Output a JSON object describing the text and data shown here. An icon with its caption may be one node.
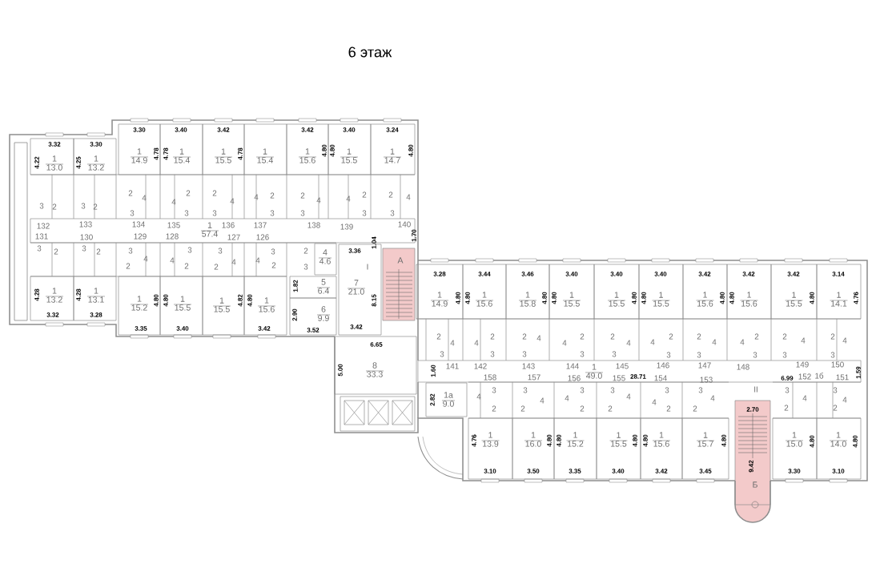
{
  "diagram": {
    "title": "6 этаж",
    "nodes": [
      {
        "text": [
          "1",
          "13.0"
        ]
      },
      {
        "text": [
          "1",
          "13.2"
        ]
      },
      {
        "text": [
          "1",
          "14.9"
        ]
      },
      {
        "text": [
          "1",
          "15.4"
        ]
      },
      {
        "text": [
          "1",
          "15.5"
        ]
      },
      {
        "text": [
          "1",
          "15.4"
        ]
      },
      {
        "text": [
          "1",
          "15.6"
        ]
      },
      {
        "text": [
          "1",
          "15.5"
        ]
      },
      {
        "text": [
          "1",
          "14.7"
        ]
      },
      {
        "text": [
          "1",
          "57.4"
        ]
      },
      {
        "text": [
          "4",
          "4.6"
        ]
      },
      {
        "text": [
          "5",
          "6.4"
        ]
      },
      {
        "text": [
          "6",
          "9.9"
        ]
      },
      {
        "text": [
          "7",
          "21.0"
        ]
      },
      {
        "text": [
          "А"
        ]
      },
      {
        "text": [
          "1",
          "13.2"
        ]
      },
      {
        "text": [
          "1",
          "13.1"
        ]
      },
      {
        "text": [
          "1",
          "15.2"
        ]
      },
      {
        "text": [
          "1",
          "15.5"
        ]
      },
      {
        "text": [
          "1",
          "15.5"
        ]
      },
      {
        "text": [
          "1",
          "15.6"
        ]
      },
      {
        "text": [
          "8",
          "33.3"
        ]
      },
      {
        "text": [
          "1",
          "14.9"
        ]
      },
      {
        "text": [
          "1",
          "15.6"
        ]
      },
      {
        "text": [
          "1",
          "15.8"
        ]
      },
      {
        "text": [
          "1",
          "15.5"
        ]
      },
      {
        "text": [
          "1",
          "15.5"
        ]
      },
      {
        "text": [
          "1",
          "15.5"
        ]
      },
      {
        "text": [
          "1",
          "15.6"
        ]
      },
      {
        "text": [
          "1",
          "15.6"
        ]
      },
      {
        "text": [
          "1",
          "15.5"
        ]
      },
      {
        "text": [
          "1",
          "14.1"
        ]
      },
      {
        "text": [
          "1",
          "49.0"
        ]
      },
      {
        "text": [
          "1а",
          "9.0"
        ]
      },
      {
        "text": [
          "1",
          "13.9"
        ]
      },
      {
        "text": [
          "1",
          "16.0"
        ]
      },
      {
        "text": [
          "1",
          "15.2"
        ]
      },
      {
        "text": [
          "1",
          "15.5"
        ]
      },
      {
        "text": [
          "1",
          "15.6"
        ]
      },
      {
        "text": [
          "1",
          "15.7"
        ]
      },
      {
        "text": [
          "Б"
        ]
      },
      {
        "text": [
          "1",
          "15.0"
        ]
      },
      {
        "text": [
          "1",
          "14.0"
        ]
      }
    ],
    "labels": [
      "3.30",
      "3.40",
      "3.42",
      "3.42",
      "3.40",
      "3.24",
      "3.32",
      "3.30",
      "4.78",
      "4.78",
      "4.78",
      "4.80",
      "4.80",
      "4.80",
      "4.22",
      "4.25",
      "3",
      "2",
      "3",
      "2",
      "2",
      "3",
      "4",
      "4",
      "2",
      "3",
      "2",
      "3",
      "4",
      "4",
      "2",
      "3",
      "2",
      "3",
      "4",
      "4",
      "2",
      "3",
      "2",
      "3",
      "4",
      "132",
      "133",
      "134",
      "135",
      "136",
      "137",
      "138",
      "139",
      "140",
      "1.70",
      "131",
      "130",
      "129",
      "128",
      "127",
      "126",
      "3",
      "2",
      "3",
      "2",
      "3",
      "2",
      "4",
      "4",
      "3",
      "2",
      "3",
      "2",
      "4",
      "4",
      "3",
      "2",
      "2",
      "3",
      "3.36",
      "1.04",
      "I",
      "8.15",
      "1.82",
      "2.90",
      "3.52",
      "3.42",
      "4.28",
      "4.28",
      "4.80",
      "4.80",
      "4.82",
      "4.80",
      "3.32",
      "3.28",
      "3.35",
      "3.40",
      "3.42",
      "6.65",
      "5.00",
      "1.60",
      "2.82",
      "3.28",
      "3.44",
      "3.46",
      "3.40",
      "3.40",
      "3.40",
      "3.42",
      "3.42",
      "3.42",
      "3.14",
      "4.80",
      "4.80",
      "4.80",
      "4.80",
      "4.80",
      "4.80",
      "4.80",
      "4.80",
      "4.80",
      "4.76",
      "2",
      "3",
      "4",
      "4",
      "2",
      "3",
      "2",
      "3",
      "4",
      "4",
      "2",
      "3",
      "2",
      "3",
      "4",
      "4",
      "2",
      "3",
      "2",
      "3",
      "4",
      "4",
      "2",
      "3",
      "2",
      "3",
      "4",
      "2",
      "3",
      "4",
      "141",
      "142",
      "143",
      "144",
      "145",
      "146",
      "147",
      "148",
      "149",
      "150",
      "158",
      "157",
      "156",
      "155",
      "28.71",
      "154",
      "153",
      "6.99",
      "152",
      "1б",
      "151",
      "1.59",
      "II",
      "4",
      "3",
      "2",
      "3",
      "2",
      "4",
      "4",
      "3",
      "2",
      "3",
      "2",
      "4",
      "4",
      "3",
      "2",
      "3",
      "2",
      "4",
      "3",
      "2",
      "4",
      "3",
      "2",
      "4",
      "2.70",
      "4.76",
      "4.80",
      "4.80",
      "4.80",
      "4.80",
      "4.80",
      "9.42",
      "4.80",
      "4.80",
      "3.10",
      "3.50",
      "3.35",
      "3.40",
      "3.42",
      "3.45",
      "3.30",
      "3.10"
    ]
  }
}
